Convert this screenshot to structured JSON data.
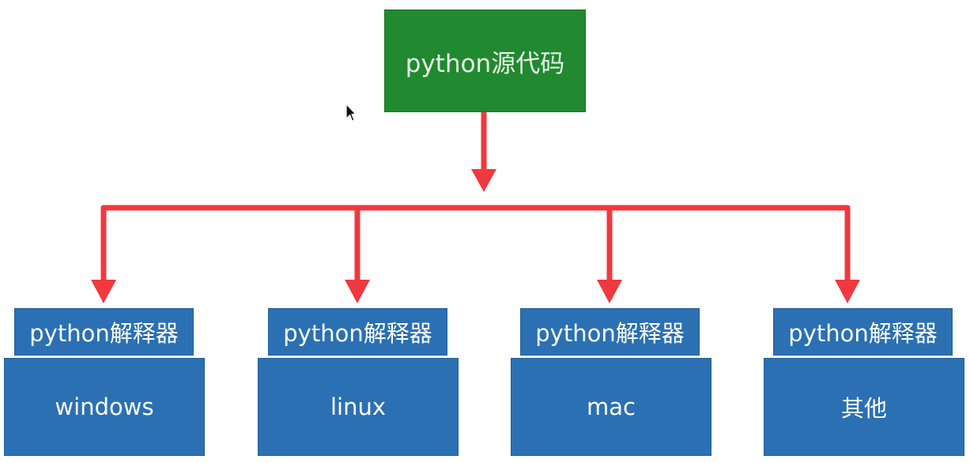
{
  "source": {
    "label": "python源代码",
    "color": "#21892f"
  },
  "interpreter_label": "python解释器",
  "targets": [
    {
      "id": "windows",
      "interpreter": "python解释器",
      "platform": "windows"
    },
    {
      "id": "linux",
      "interpreter": "python解释器",
      "platform": "linux"
    },
    {
      "id": "mac",
      "interpreter": "python解释器",
      "platform": "mac"
    },
    {
      "id": "other",
      "interpreter": "python解释器",
      "platform": "其他"
    }
  ],
  "colors": {
    "box_blue": "#2a70b3",
    "box_green": "#21892f",
    "arrow_red": "#f0393e"
  },
  "cursor_icon": "mouse-pointer-icon"
}
